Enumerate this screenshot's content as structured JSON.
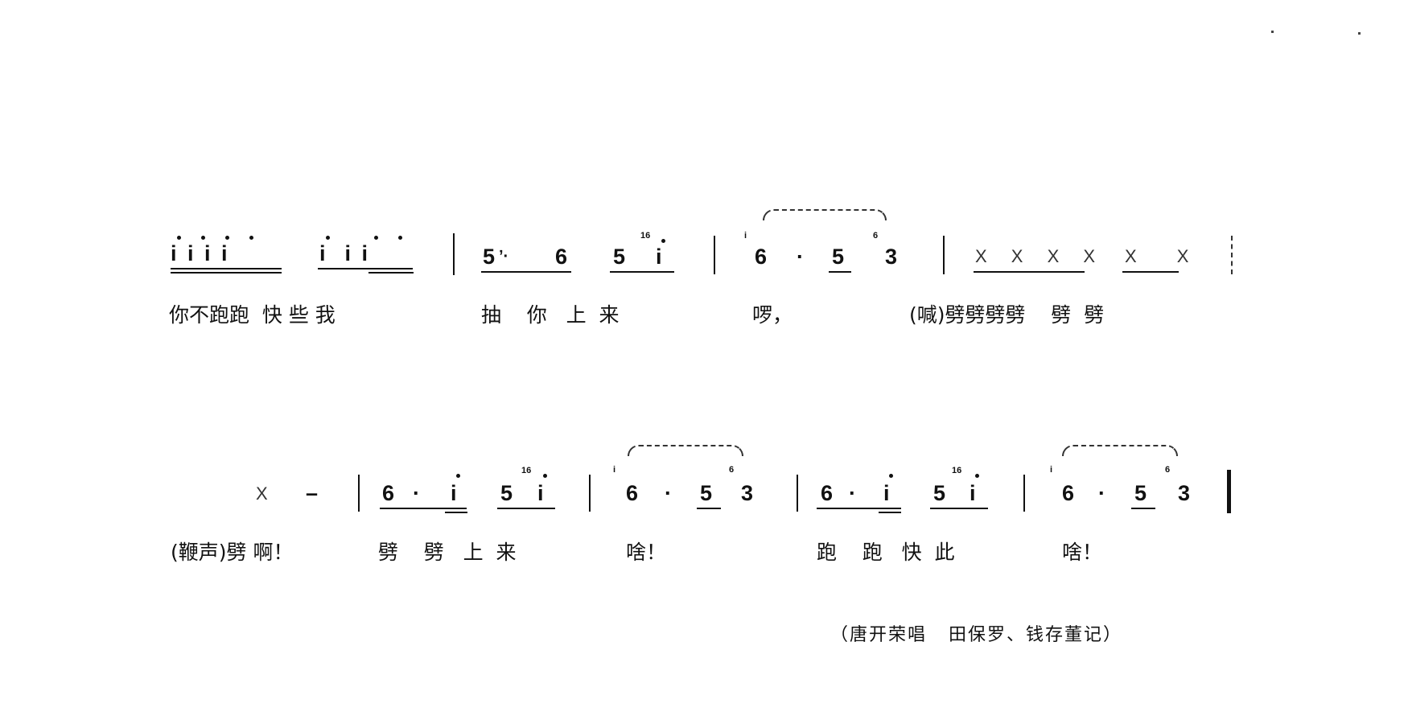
{
  "system1": {
    "m1_notes": [
      "i i i i",
      "i  i i"
    ],
    "m2_notes": [
      "5",
      "ʼ·",
      "6",
      "5",
      "i"
    ],
    "m2_grace": "16",
    "m3_grace_a": "i",
    "m3_notes": [
      "6",
      "·",
      "5",
      "3"
    ],
    "m3_grace_b": "6",
    "m4_notes": [
      "X X X X",
      "X X"
    ],
    "lyrics": {
      "m1": "你不跑跑  快 些 我",
      "m2": "抽    你   上  来",
      "m3": "啰，",
      "m4": "(喊)劈劈劈劈    劈  劈"
    }
  },
  "system2": {
    "m1_notes": [
      "X",
      "–"
    ],
    "m2_notes": [
      "6",
      "·",
      "i",
      "5",
      "i"
    ],
    "m2_grace": "16",
    "m3_grace_a": "i",
    "m3_notes": [
      "6",
      "·",
      "5",
      "3"
    ],
    "m3_grace_b": "6",
    "m4_notes": [
      "6",
      "·",
      "i",
      "5",
      "i"
    ],
    "m4_grace": "16",
    "m5_grace_a": "i",
    "m5_notes": [
      "6",
      "·",
      "5",
      "3"
    ],
    "m5_grace_b": "6",
    "lyrics": {
      "m1": "(鞭声)劈 啊！",
      "m2": "劈    劈   上  来",
      "m3": "啥！",
      "m4": "跑    跑   快  此",
      "m5": "啥！"
    }
  },
  "credit": "（唐开荣唱   田保罗、钱存董记）"
}
